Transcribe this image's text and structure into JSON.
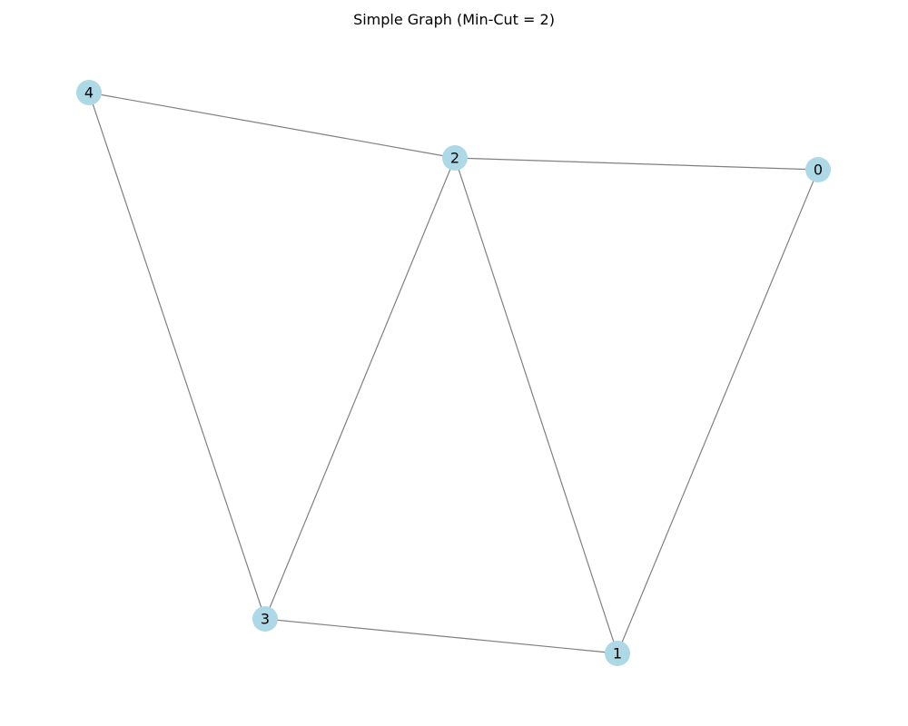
{
  "title": "Simple Graph (Min-Cut = 2)",
  "colors": {
    "node_fill": "#add8e6",
    "edge_stroke": "#808080",
    "label": "#000000"
  },
  "nodes": [
    {
      "id": "0",
      "label": "0"
    },
    {
      "id": "1",
      "label": "1"
    },
    {
      "id": "2",
      "label": "2"
    },
    {
      "id": "3",
      "label": "3"
    },
    {
      "id": "4",
      "label": "4"
    }
  ],
  "edges": [
    {
      "from": "4",
      "to": "2"
    },
    {
      "from": "4",
      "to": "3"
    },
    {
      "from": "2",
      "to": "0"
    },
    {
      "from": "2",
      "to": "3"
    },
    {
      "from": "2",
      "to": "1"
    },
    {
      "from": "0",
      "to": "1"
    },
    {
      "from": "3",
      "to": "1"
    }
  ]
}
